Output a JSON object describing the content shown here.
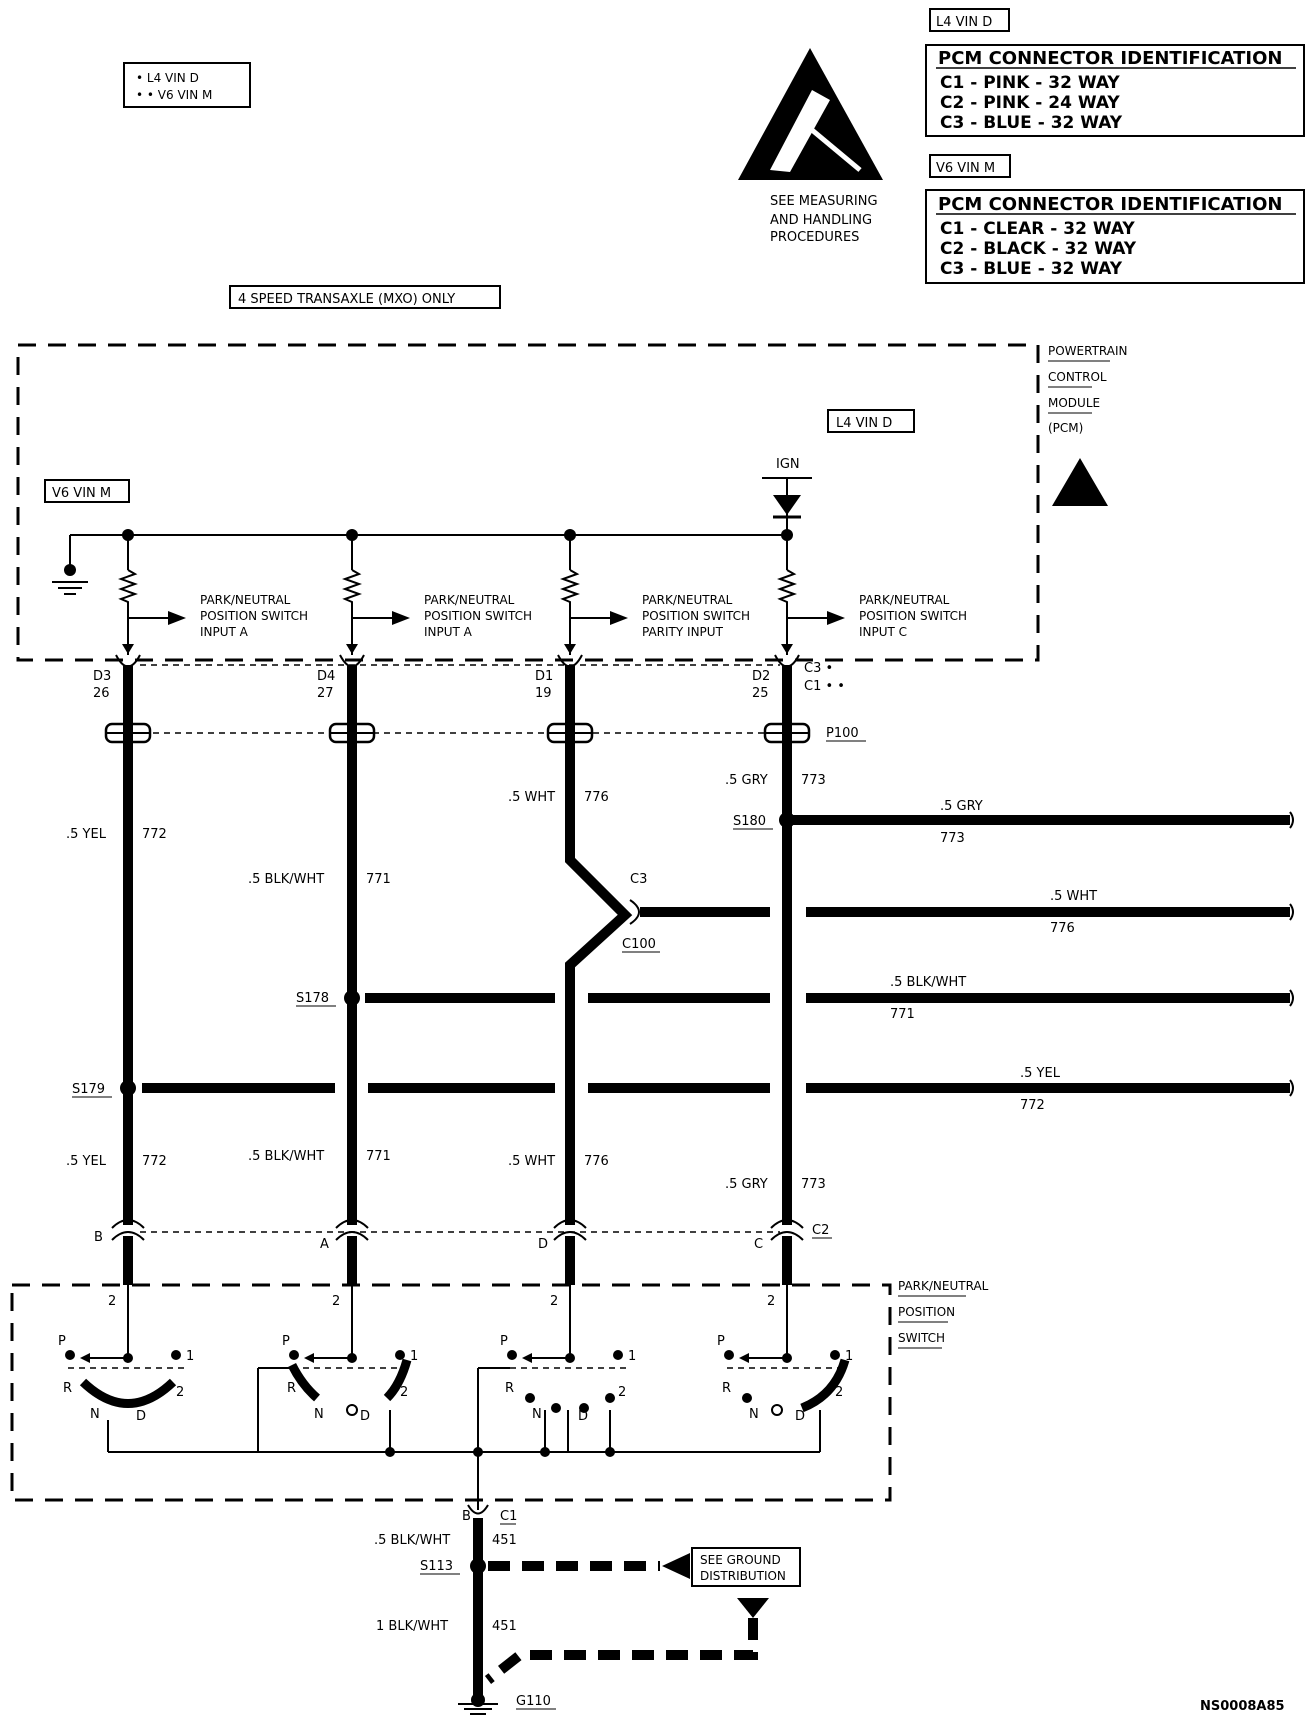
{
  "legend": {
    "l1": "• L4 VIN D",
    "l2": "• • V6 VIN M"
  },
  "esd": {
    "l1": "SEE MEASURING",
    "l2": "AND HANDLING",
    "l3": "PROCEDURES"
  },
  "pcm_id_l4": {
    "tag": "L4 VIN D",
    "title": "PCM CONNECTOR IDENTIFICATION",
    "rows": [
      "C1 - PINK - 32 WAY",
      "C2 - PINK - 24 WAY",
      "C3 - BLUE - 32 WAY"
    ]
  },
  "pcm_id_v6": {
    "tag": "V6 VIN M",
    "title": "PCM CONNECTOR IDENTIFICATION",
    "rows": [
      "C1 - CLEAR - 32 WAY",
      "C2 - BLACK - 32 WAY",
      "C3 - BLUE - 32 WAY"
    ]
  },
  "transaxle_note": "4 SPEED TRANSAXLE (MXO) ONLY",
  "pcm": {
    "name1": "POWERTRAIN",
    "name2": "CONTROL",
    "name3": "MODULE",
    "name4": "(PCM)",
    "tag_l4": "L4 VIN D",
    "tag_v6": "V6 VIN M",
    "ign": "IGN",
    "inputs": [
      {
        "l1": "PARK/NEUTRAL",
        "l2": "POSITION SWITCH",
        "l3": "INPUT A"
      },
      {
        "l1": "PARK/NEUTRAL",
        "l2": "POSITION SWITCH",
        "l3": "INPUT A"
      },
      {
        "l1": "PARK/NEUTRAL",
        "l2": "POSITION SWITCH",
        "l3": "PARITY INPUT"
      },
      {
        "l1": "PARK/NEUTRAL",
        "l2": "POSITION SWITCH",
        "l3": "INPUT C"
      }
    ],
    "pins": [
      {
        "a": "D3",
        "b": "26"
      },
      {
        "a": "D4",
        "b": "27"
      },
      {
        "a": "D1",
        "b": "19"
      },
      {
        "a": "D2",
        "b": "25"
      }
    ],
    "conn1": "C3 •",
    "conn2": "C1 • •"
  },
  "p100": "P100",
  "wires": {
    "w772": {
      "gauge": ".5 YEL",
      "num": "772"
    },
    "w771": {
      "gauge": ".5 BLK/WHT",
      "num": "771"
    },
    "w776": {
      "gauge": ".5 WHT",
      "num": "776"
    },
    "w773": {
      "gauge": ".5 GRY",
      "num": "773"
    }
  },
  "splices": {
    "s180": "S180",
    "s178": "S178",
    "s179": "S179",
    "s113": "S113"
  },
  "c3": "C3",
  "c100": "C100",
  "c2": {
    "name": "C2",
    "b": "B",
    "a": "A",
    "d": "D",
    "c": "C"
  },
  "switch": {
    "name1": "PARK/NEUTRAL",
    "name2": "POSITION",
    "name3": "SWITCH",
    "pin": "2",
    "p": "P",
    "r": "R",
    "n": "N",
    "d": "D",
    "one": "1",
    "two": "2"
  },
  "ground": {
    "c1": "C1",
    "b": "B",
    "w1_gauge": ".5 BLK/WHT",
    "w1_num": "451",
    "w2_gauge": "1 BLK/WHT",
    "w2_num": "451",
    "see1": "SEE GROUND",
    "see2": "DISTRIBUTION",
    "g110": "G110"
  },
  "code": "NS0008A85"
}
